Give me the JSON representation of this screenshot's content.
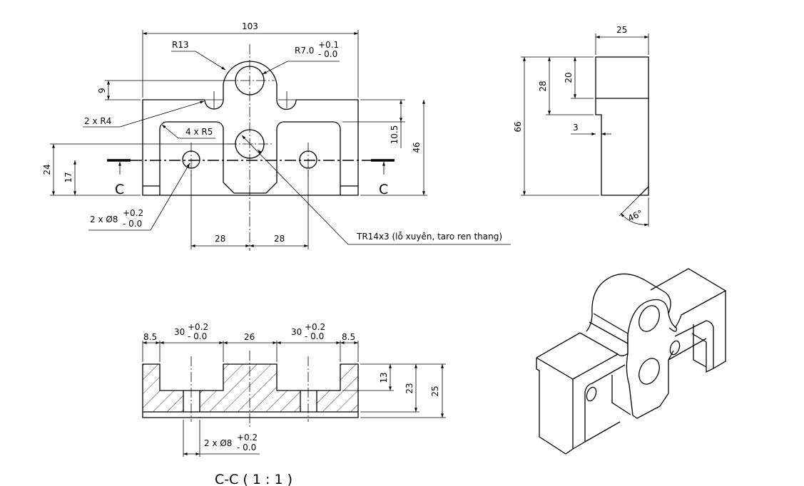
{
  "front_view": {
    "overall_width": "103",
    "boss_radius": "R13",
    "hole_radius": "R7.0",
    "hole_radius_tol_plus": "+0.1",
    "hole_radius_tol_minus": "- 0.0",
    "notch_radius": "2 x R4",
    "pocket_radius": "4 x R5",
    "dim_9": "9",
    "dim_10_5": "10.5",
    "dim_46": "46",
    "dim_24": "24",
    "dim_17": "17",
    "pin_hole": "2 x Ø8",
    "pin_hole_tol_plus": "+0.2",
    "pin_hole_tol_minus": "- 0.0",
    "spacing_left": "28",
    "spacing_right": "28",
    "thread_note": "TR14x3 (lỗ xuyên, taro ren thang)",
    "section_label_left": "C",
    "section_label_right": "C"
  },
  "side_view": {
    "width": "25",
    "height": "66",
    "dim_28": "28",
    "dim_20": "20",
    "dim_3": "3",
    "angle": "46°"
  },
  "section_view": {
    "dim_left_margin": "8.5",
    "pocket_left": "30",
    "pocket_left_tol_plus": "+0.2",
    "pocket_left_tol_minus": "- 0.0",
    "dim_middle": "26",
    "pocket_right": "30",
    "pocket_right_tol_plus": "+0.2",
    "pocket_right_tol_minus": "- 0.0",
    "dim_right_margin": "8.5",
    "dim_13": "13",
    "dim_23": "23",
    "dim_25": "25",
    "hole": "2 x Ø8",
    "hole_tol_plus": "+0.2",
    "hole_tol_minus": "- 0.0",
    "title": "C-C ( 1 : 1 )"
  }
}
